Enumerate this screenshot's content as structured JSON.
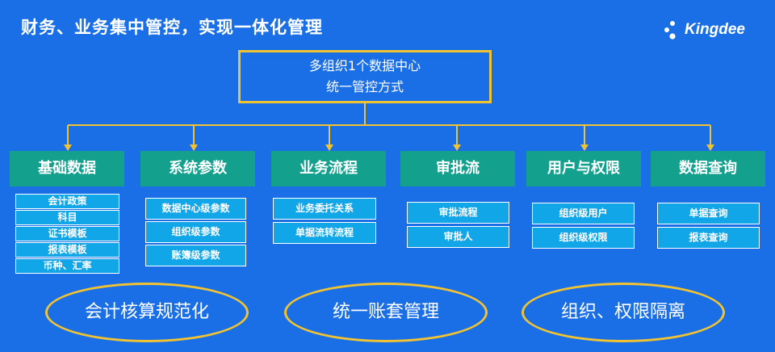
{
  "header": {
    "title": "财务、业务集中管控，实现一体化管理",
    "logo_text": "Kingdee"
  },
  "top_box": {
    "line1": "多组织1个数据中心",
    "line2": "统一管控方式"
  },
  "categories": [
    {
      "label": "基础数据",
      "items": [
        "会计政策",
        "科目",
        "证书模板",
        "报表模板",
        "币种、汇率"
      ]
    },
    {
      "label": "系统参数",
      "items": [
        "数据中心级参数",
        "组织级参数",
        "账簿级参数"
      ]
    },
    {
      "label": "业务流程",
      "items": [
        "业务委托关系",
        "单据流转流程"
      ]
    },
    {
      "label": "审批流",
      "items": [
        "审批流程",
        "审批人"
      ]
    },
    {
      "label": "用户与权限",
      "items": [
        "组织级用户",
        "组织级权限"
      ]
    },
    {
      "label": "数据查询",
      "items": [
        "单据查询",
        "报表查询"
      ]
    }
  ],
  "ovals": [
    "会计核算规范化",
    "统一账套管理",
    "组织、权限隔离"
  ],
  "colors": {
    "background": "#1b6fe6",
    "accent_gold": "#f2c331",
    "category_green": "#13a18e",
    "sub_cyan": "#11a6e8"
  }
}
